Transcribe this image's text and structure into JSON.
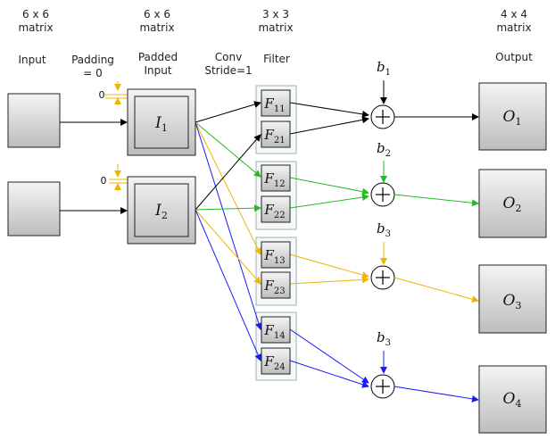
{
  "headers": {
    "input_size": [
      "6 x 6",
      "matrix"
    ],
    "padded_size": [
      "6 x 6",
      "matrix"
    ],
    "filter_size": [
      "3 x 3",
      "matrix"
    ],
    "output_size": [
      "4 x 4",
      "matrix"
    ],
    "input": "Input",
    "padding": [
      "Padding",
      "= 0"
    ],
    "padded": [
      "Padded",
      "Input"
    ],
    "conv": [
      "Conv",
      "Stride=1"
    ],
    "filter": "Filter",
    "output": "Output"
  },
  "padding_values": [
    "0",
    "0"
  ],
  "padded_inputs": [
    {
      "symbol": "I",
      "sub": "1"
    },
    {
      "symbol": "I",
      "sub": "2"
    }
  ],
  "filters": [
    {
      "symbol": "F",
      "sub": "11"
    },
    {
      "symbol": "F",
      "sub": "21"
    },
    {
      "symbol": "F",
      "sub": "12"
    },
    {
      "symbol": "F",
      "sub": "22"
    },
    {
      "symbol": "F",
      "sub": "13"
    },
    {
      "symbol": "F",
      "sub": "23"
    },
    {
      "symbol": "F",
      "sub": "14"
    },
    {
      "symbol": "F",
      "sub": "24"
    }
  ],
  "biases": [
    {
      "symbol": "b",
      "sub": "1"
    },
    {
      "symbol": "b",
      "sub": "2"
    },
    {
      "symbol": "b",
      "sub": "3"
    },
    {
      "symbol": "b",
      "sub": "3"
    }
  ],
  "outputs": [
    {
      "symbol": "O",
      "sub": "1"
    },
    {
      "symbol": "O",
      "sub": "2"
    },
    {
      "symbol": "O",
      "sub": "3"
    },
    {
      "symbol": "O",
      "sub": "4"
    }
  ],
  "colors": {
    "path1": "#000000",
    "path2": "#22bb22",
    "path3": "#f0b400",
    "path4": "#1a1aff",
    "filter_group_border": "#9fb0b0",
    "box_border": "#222222"
  }
}
